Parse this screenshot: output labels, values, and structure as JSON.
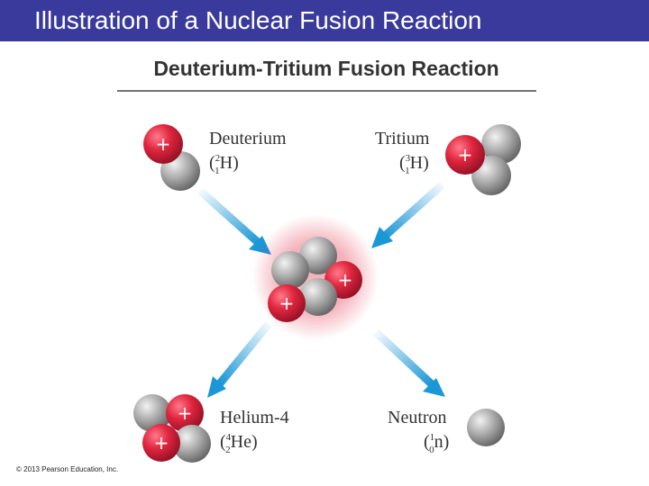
{
  "slide": {
    "title": "Illustration of a Nuclear Fusion Reaction",
    "copyright": "© 2013 Pearson Education, Inc."
  },
  "diagram": {
    "heading": "Deuterium-Tritium Fusion Reaction",
    "proton_symbol": "+",
    "deuterium": {
      "name": "Deuterium",
      "mass_number": "2",
      "atomic_number": "1",
      "element": "H"
    },
    "tritium": {
      "name": "Tritium",
      "mass_number": "3",
      "atomic_number": "1",
      "element": "H"
    },
    "helium": {
      "name": "Helium-4",
      "mass_number": "4",
      "atomic_number": "2",
      "element": "He"
    },
    "neutron": {
      "name": "Neutron",
      "mass_number": "1",
      "atomic_number": "0",
      "element": "n"
    }
  },
  "colors": {
    "title_bar": "#3a3a9c",
    "proton": "#d9203a",
    "neutron": "#9a9a9a",
    "arrow": "#1b96d6",
    "heading_text": "#333333",
    "label_text": "#333333"
  }
}
